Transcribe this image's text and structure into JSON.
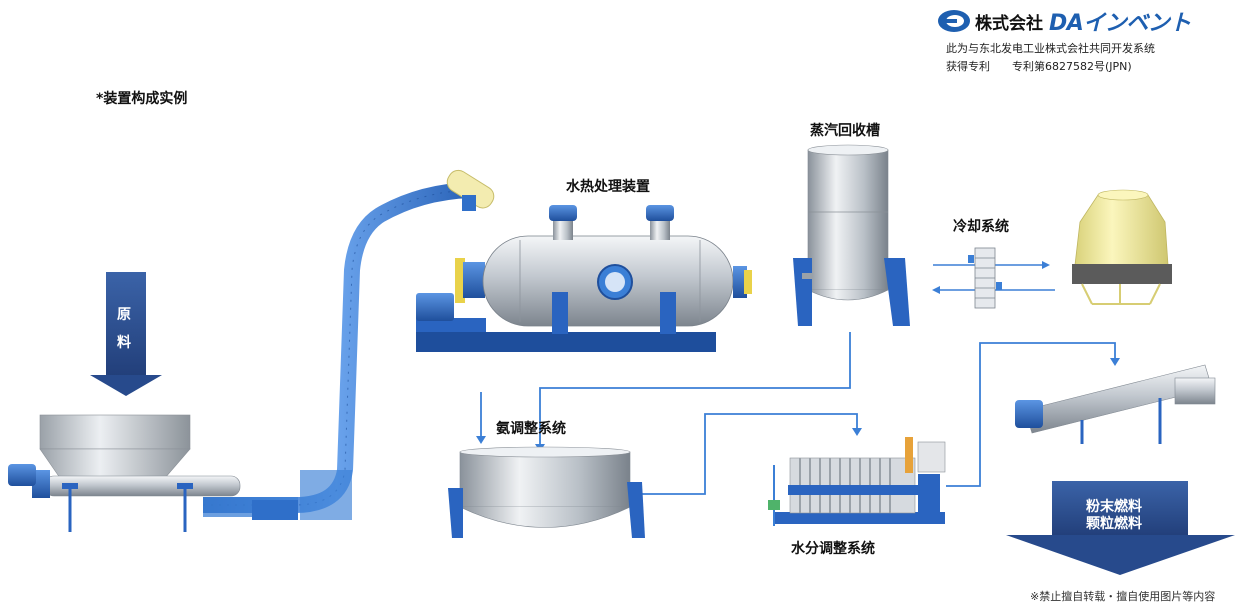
{
  "brand": {
    "company_jp": "株式会社",
    "company_en": "DAインベント",
    "logo_icon": "da-invent-logo-icon",
    "note_line1": "此为与东北发电工业株式会社共同开发系统",
    "note_line2": "获得专利　　专利第6827582号(JPN)"
  },
  "caption": "*装置构成实例",
  "labels": {
    "hydrothermal": "水热处理装置",
    "steam_tank": "蒸汽回收槽",
    "cooling": "冷却系统",
    "ammonia": "氨调整系统",
    "moisture": "水分调整系统"
  },
  "input_arrow": {
    "char1": "原",
    "char2": "料"
  },
  "output_arrow": {
    "line1": "粉末燃料",
    "line2": "颗粒燃料"
  },
  "footer": "※禁止擅自转载・擅自使用图片等内容",
  "colors": {
    "accent_blue": "#2a64c0",
    "pipe_blue": "#3b7fd6",
    "arrow_navy": "#2c4f93",
    "steel": "#c9ced4",
    "cooling_tower": "#f3eea0"
  }
}
